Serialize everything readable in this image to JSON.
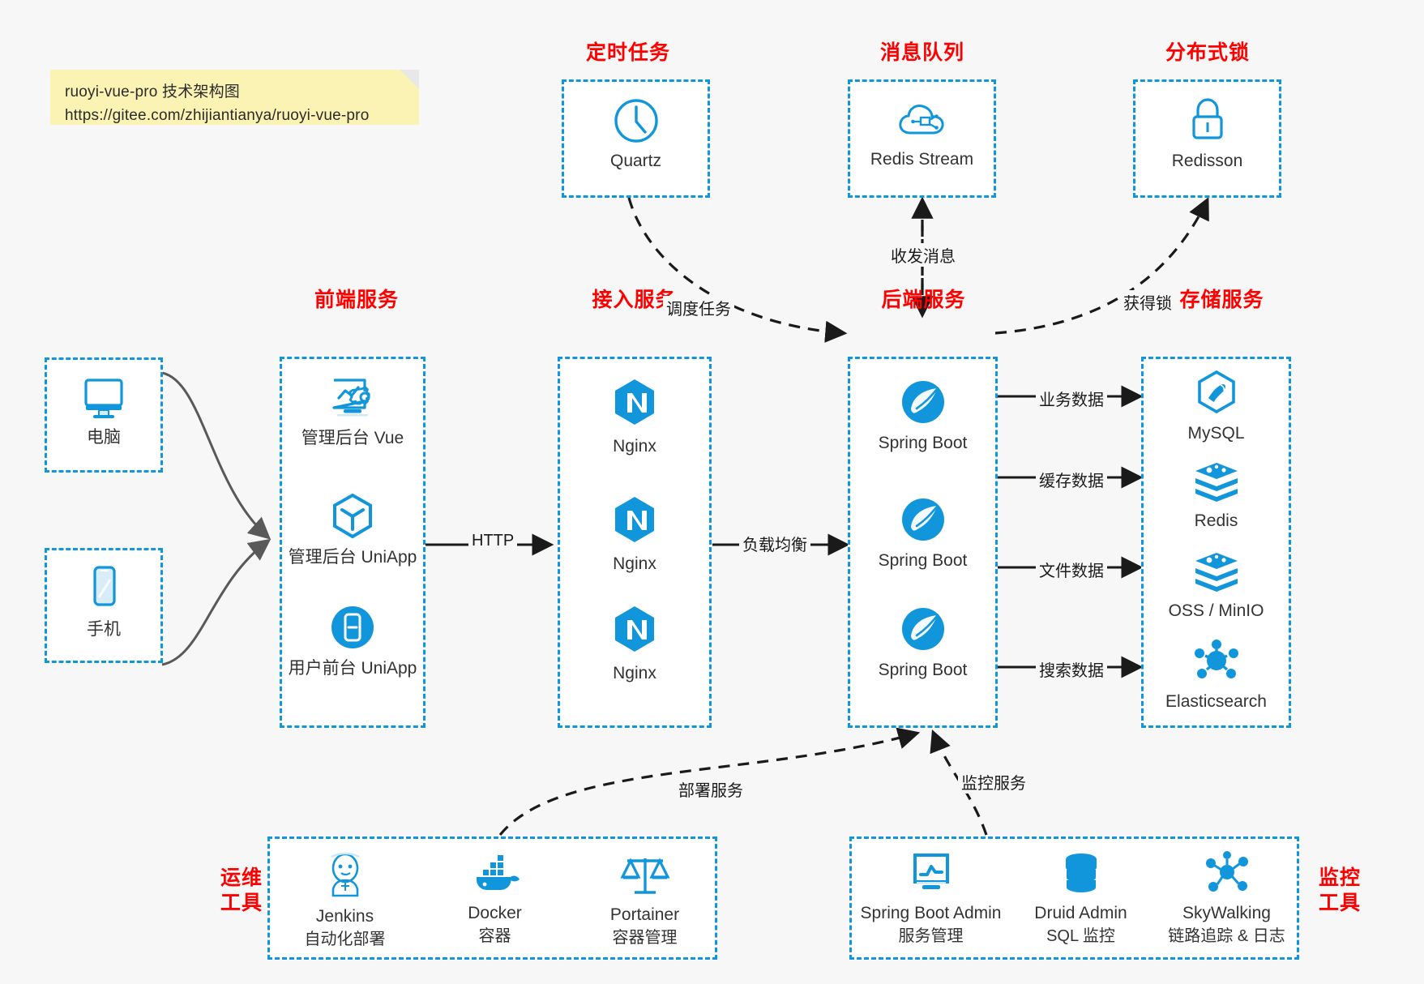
{
  "note": {
    "line1": "ruoyi-vue-pro 技术架构图",
    "line2": "https://gitee.com/zhijiantianya/ruoyi-vue-pro"
  },
  "colors": {
    "accent": "#1296db",
    "title": "#ff0000",
    "text": "#333333",
    "background": "#f7f7f7",
    "box_background": "#ffffff",
    "note_background": "#fbf3b4",
    "arrow": "#1a1a1a",
    "curve": "#595959"
  },
  "groups": {
    "scheduler": {
      "title": "定时任务",
      "items": [
        {
          "label": "Quartz",
          "icon": "clock-icon"
        }
      ]
    },
    "mq": {
      "title": "消息队列",
      "items": [
        {
          "label": "Redis Stream",
          "icon": "cloud-network-icon"
        }
      ]
    },
    "lock": {
      "title": "分布式锁",
      "items": [
        {
          "label": "Redisson",
          "icon": "padlock-icon"
        }
      ]
    },
    "clients": {
      "items": [
        {
          "label": "电脑",
          "icon": "desktop-monitor-icon"
        },
        {
          "label": "手机",
          "icon": "mobile-phone-icon"
        }
      ]
    },
    "frontend": {
      "title": "前端服务",
      "items": [
        {
          "label": "管理后台 Vue",
          "icon": "dashboard-settings-icon"
        },
        {
          "label": "管理后台 UniApp",
          "icon": "cube-icon"
        },
        {
          "label": "用户前台 UniApp",
          "icon": "phone-circle-icon"
        }
      ]
    },
    "gateway": {
      "title": "接入服务",
      "items": [
        {
          "label": "Nginx",
          "icon": "nginx-icon"
        },
        {
          "label": "Nginx",
          "icon": "nginx-icon"
        },
        {
          "label": "Nginx",
          "icon": "nginx-icon"
        }
      ]
    },
    "backend": {
      "title": "后端服务",
      "items": [
        {
          "label": "Spring Boot",
          "icon": "spring-boot-icon"
        },
        {
          "label": "Spring Boot",
          "icon": "spring-boot-icon"
        },
        {
          "label": "Spring Boot",
          "icon": "spring-boot-icon"
        }
      ]
    },
    "storage": {
      "title": "存储服务",
      "items": [
        {
          "label": "MySQL",
          "icon": "mysql-dolphin-icon"
        },
        {
          "label": "Redis",
          "icon": "redis-stack-icon"
        },
        {
          "label": "OSS / MinIO",
          "icon": "redis-stack-icon"
        },
        {
          "label": "Elasticsearch",
          "icon": "elasticsearch-icon"
        }
      ]
    },
    "ops": {
      "title": "运维\n工具",
      "title_line1": "运维",
      "title_line2": "工具",
      "items": [
        {
          "label": "Jenkins",
          "sublabel": "自动化部署",
          "icon": "jenkins-butler-icon"
        },
        {
          "label": "Docker",
          "sublabel": "容器",
          "icon": "docker-whale-icon"
        },
        {
          "label": "Portainer",
          "sublabel": "容器管理",
          "icon": "scales-balance-icon"
        }
      ]
    },
    "monitor": {
      "title_line1": "监控",
      "title_line2": "工具",
      "items": [
        {
          "label": "Spring Boot Admin",
          "sublabel": "服务管理",
          "icon": "monitor-chart-icon"
        },
        {
          "label": "Druid Admin",
          "sublabel": "SQL 监控",
          "icon": "database-cylinder-icon"
        },
        {
          "label": "SkyWalking",
          "sublabel": "链路追踪 & 日志",
          "icon": "skywalking-node-icon"
        }
      ]
    }
  },
  "edges": [
    {
      "id": "http",
      "label": "HTTP"
    },
    {
      "id": "load-balance",
      "label": "负载均衡"
    },
    {
      "id": "schedule-task",
      "label": "调度任务"
    },
    {
      "id": "send-receive-message",
      "label": "收发消息"
    },
    {
      "id": "acquire-lock",
      "label": "获得锁"
    },
    {
      "id": "business-data",
      "label": "业务数据"
    },
    {
      "id": "cache-data",
      "label": "缓存数据"
    },
    {
      "id": "file-data",
      "label": "文件数据"
    },
    {
      "id": "search-data",
      "label": "搜索数据"
    },
    {
      "id": "deploy-service",
      "label": "部署服务"
    },
    {
      "id": "monitor-service",
      "label": "监控服务"
    }
  ]
}
